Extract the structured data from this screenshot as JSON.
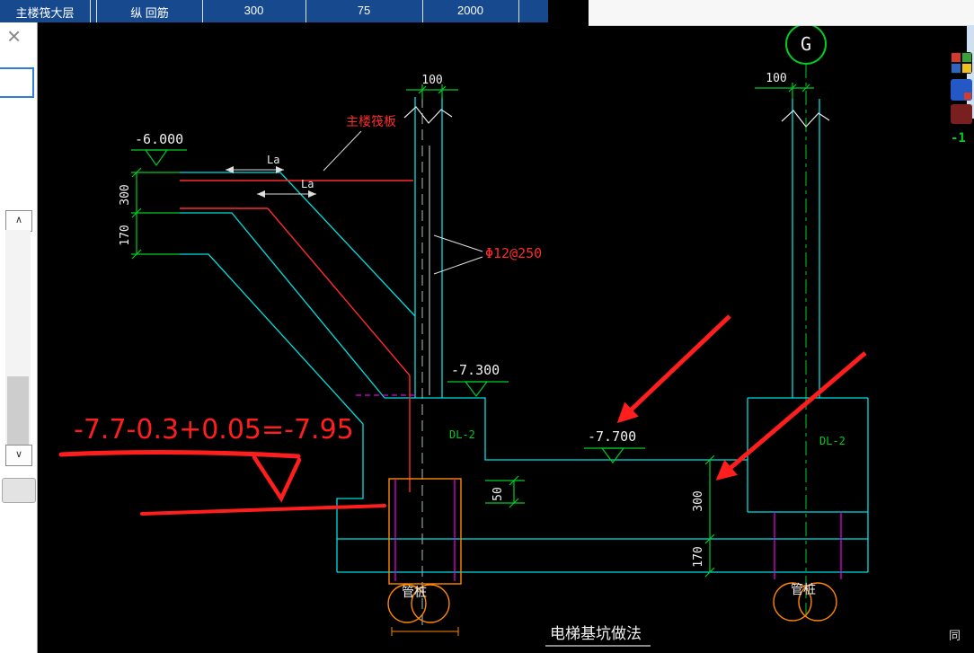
{
  "topbar": {
    "cells": [
      "主楼筏大层",
      "纵 回筋",
      "300",
      "75",
      "2000"
    ]
  },
  "left_panel": {
    "close": "×",
    "scroll_up": "∧",
    "scroll_down": "∨"
  },
  "drawing": {
    "grid_bubble": "G",
    "labels": {
      "raft_slab": "主楼筏板",
      "rebar_spec": "Φ12@250",
      "beam_left": "DL-2",
      "beam_right": "DL-2",
      "pile_left": "管桩",
      "pile_right": "管桩",
      "anchor_len_1": "La",
      "anchor_len_2": "La",
      "title": "电梯基坑做法"
    },
    "elevations": {
      "raft_top": "-6.000",
      "pit_upper": "-7.300",
      "pit_lower": "-7.700"
    },
    "dimensions": {
      "wall_offset_left": "100",
      "wall_offset_right": "100",
      "raft_thickness": "300",
      "cushion_thickness": "170",
      "step_gap": "50",
      "pit_slab_thickness": "300",
      "pit_cushion_thickness": "170"
    },
    "markup": {
      "equation": "-7.7-0.3+0.05=-7.95"
    }
  },
  "side_icons": {
    "level_badge": "-1"
  },
  "corner_text": "同",
  "colors": {
    "line_cyan": "#00E0E0",
    "dim_green": "#00CC22",
    "annotation_red": "#FF1E1E",
    "pile_orange": "#FF8800",
    "rebar_magenta": "#E000E0",
    "canvas_black": "#000000",
    "table_blue": "#17498F"
  }
}
